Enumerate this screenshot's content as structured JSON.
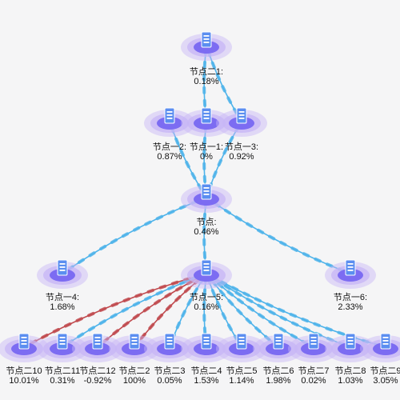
{
  "colors": {
    "edge_normal": "#4db3ea",
    "edge_alert": "#c0494d",
    "node_glow": "#c7b6f6",
    "node_core": "#7c6cf2",
    "node_icon": "#5b8ef0",
    "background": "#f5f5f6"
  },
  "nodes": [
    {
      "id": "n21",
      "name": "节点二1:",
      "value": "0.18%"
    },
    {
      "id": "n12",
      "name": "节点一2:",
      "value": "0.87%"
    },
    {
      "id": "n11",
      "name": "节点一1:",
      "value": "0%"
    },
    {
      "id": "n13",
      "name": "节点一3:",
      "value": "0.92%"
    },
    {
      "id": "root",
      "name": "节点:",
      "value": "0.46%"
    },
    {
      "id": "n4",
      "name": "节点一4:",
      "value": "1.68%"
    },
    {
      "id": "n5",
      "name": "节点一5:",
      "value": "0.16%"
    },
    {
      "id": "n6",
      "name": "节点一6:",
      "value": "2.33%"
    },
    {
      "id": "c10",
      "name": "节点二10",
      "value": "10.01%"
    },
    {
      "id": "c11",
      "name": "节点二11",
      "value": "0.31%"
    },
    {
      "id": "c12",
      "name": "节点二12",
      "value": "-0.92%"
    },
    {
      "id": "c2",
      "name": "节点二2",
      "value": "100%"
    },
    {
      "id": "c3",
      "name": "节点二3",
      "value": "0.05%"
    },
    {
      "id": "c4",
      "name": "节点二4",
      "value": "1.53%"
    },
    {
      "id": "c5",
      "name": "节点二5",
      "value": "1.14%"
    },
    {
      "id": "c6",
      "name": "节点二6",
      "value": "1.98%"
    },
    {
      "id": "c7",
      "name": "节点二7",
      "value": "0.02%"
    },
    {
      "id": "c8",
      "name": "节点二8",
      "value": "1.03%"
    },
    {
      "id": "c9",
      "name": "节点二9",
      "value": "3.05%"
    }
  ],
  "edges": [
    {
      "from": "n21",
      "to": "n11",
      "status": "normal"
    },
    {
      "from": "n21",
      "to": "n13",
      "status": "normal"
    },
    {
      "from": "n12",
      "to": "root",
      "status": "normal"
    },
    {
      "from": "n11",
      "to": "root",
      "status": "normal"
    },
    {
      "from": "n13",
      "to": "root",
      "status": "normal"
    },
    {
      "from": "root",
      "to": "n4",
      "status": "normal"
    },
    {
      "from": "root",
      "to": "n5",
      "status": "normal"
    },
    {
      "from": "root",
      "to": "n6",
      "status": "normal"
    },
    {
      "from": "n5",
      "to": "c10",
      "status": "alert"
    },
    {
      "from": "n5",
      "to": "c11",
      "status": "normal"
    },
    {
      "from": "n5",
      "to": "c12",
      "status": "alert"
    },
    {
      "from": "n5",
      "to": "c2",
      "status": "alert"
    },
    {
      "from": "n5",
      "to": "c3",
      "status": "normal"
    },
    {
      "from": "n5",
      "to": "c4",
      "status": "normal"
    },
    {
      "from": "n5",
      "to": "c5",
      "status": "normal"
    },
    {
      "from": "n5",
      "to": "c6",
      "status": "normal"
    },
    {
      "from": "n5",
      "to": "c7",
      "status": "normal"
    },
    {
      "from": "n5",
      "to": "c8",
      "status": "normal"
    },
    {
      "from": "n5",
      "to": "c9",
      "status": "normal"
    }
  ]
}
